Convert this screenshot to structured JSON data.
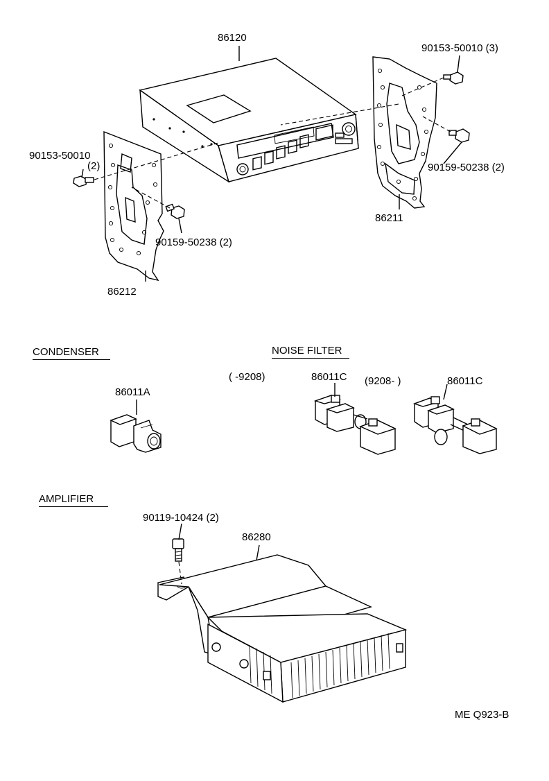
{
  "head_unit": {
    "part_number": "86120"
  },
  "bracket_right": {
    "part_number": "86211",
    "screw_top": "90153-50010 (3)",
    "bolt": "90159-50238 (2)"
  },
  "bracket_left": {
    "part_number": "86212",
    "screw_number": "90153-50010",
    "screw_qty": "(2)",
    "bolt": "90159-50238 (2)"
  },
  "condenser": {
    "section_title": "CONDENSER",
    "part_number": "86011A"
  },
  "noise_filter": {
    "section_title": "NOISE FILTER",
    "variant_a_range": "(      -9208)",
    "variant_a_part": "86011C",
    "variant_b_range": "(9208-      )",
    "variant_b_part": "86011C"
  },
  "amplifier": {
    "section_title": "AMPLIFIER",
    "bolt": "90119-10424 (2)",
    "part_number": "86280"
  },
  "drawing_code": "ME Q923-B"
}
